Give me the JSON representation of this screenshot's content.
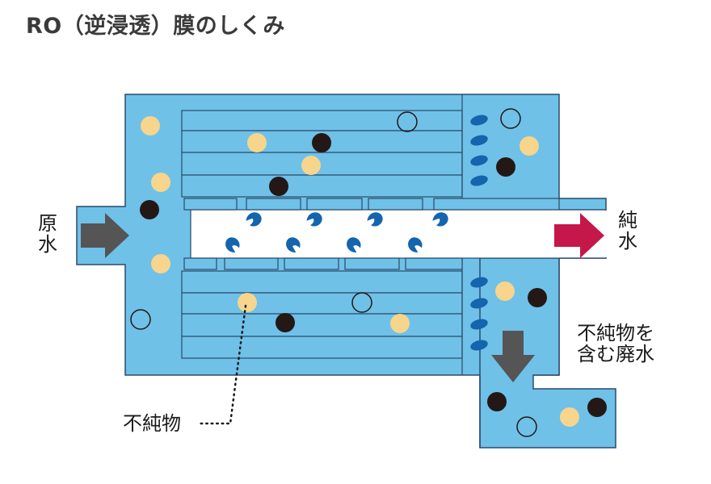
{
  "title": "RO（逆浸透）膜のしくみ",
  "labels": {
    "raw_water_top": "原",
    "raw_water_bottom": "水",
    "pure_water_top": "純",
    "pure_water_bottom": "水",
    "waste_line1": "不純物を",
    "waste_line2": "含む廃水",
    "impurity": "不純物"
  },
  "colors": {
    "water": "#6fc1e8",
    "outline": "#2a4b6b",
    "drop": "#1464ae",
    "black_particle": "#231815",
    "beige_particle": "#f7d58c",
    "arrow_gray": "#555555",
    "arrow_red": "#c6174b"
  }
}
